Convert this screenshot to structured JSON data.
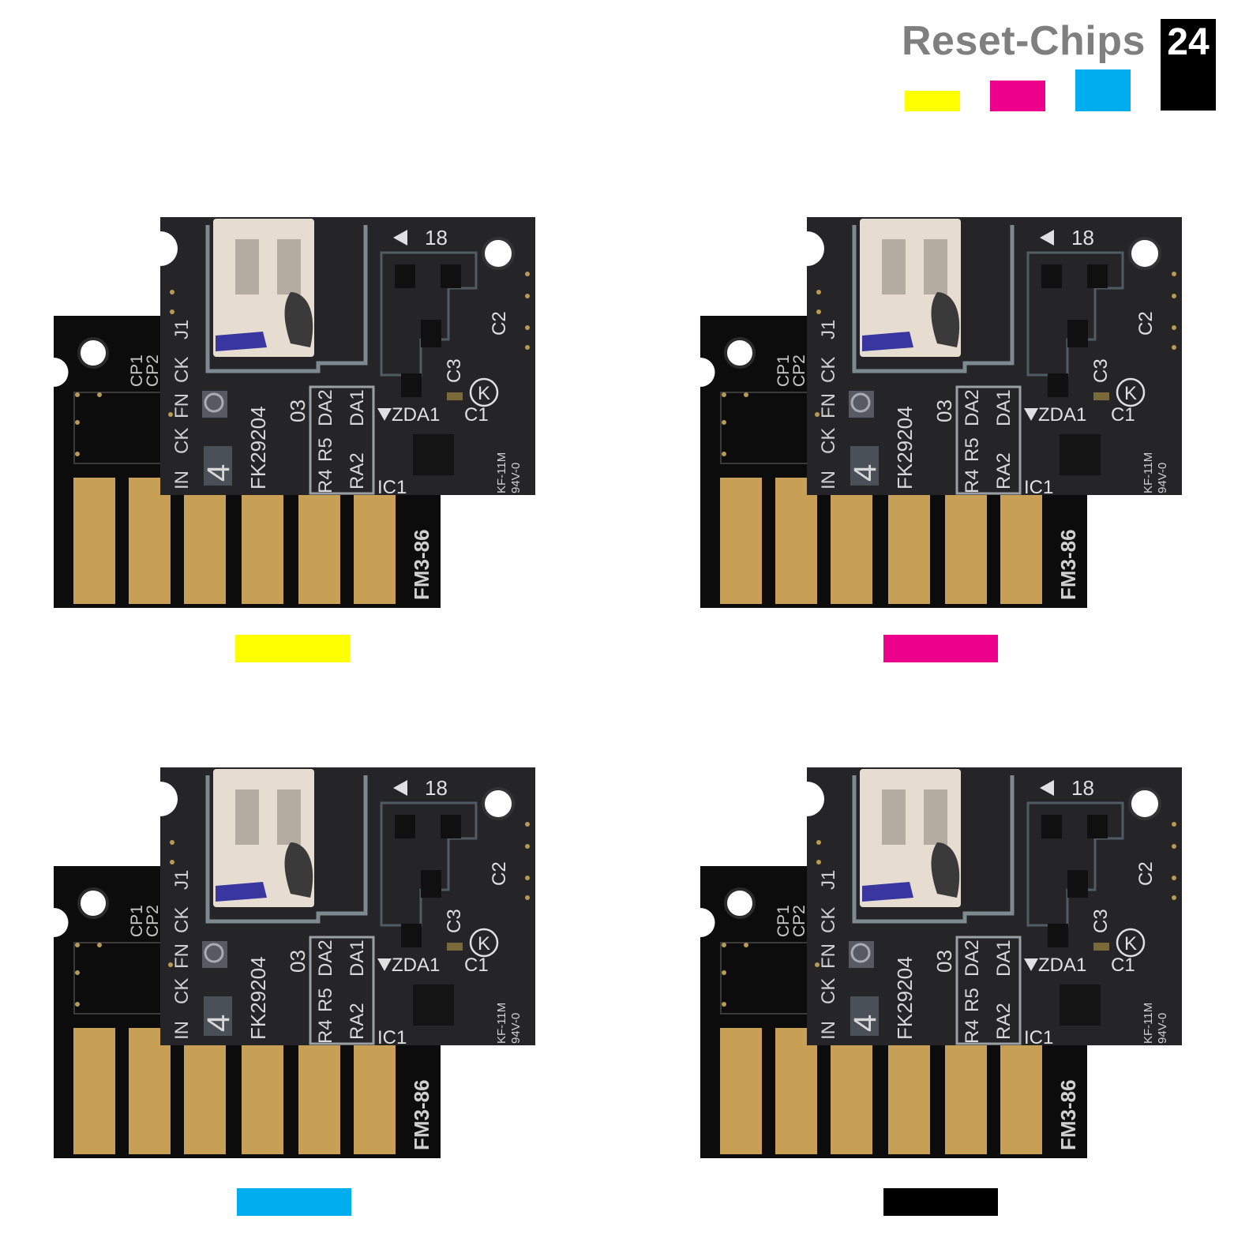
{
  "brand": {
    "name": "Reset-Chips",
    "number": "24"
  },
  "header_swatches": [
    {
      "color_name": "yellow",
      "hex": "#FFFF00"
    },
    {
      "color_name": "magenta",
      "hex": "#EC008C"
    },
    {
      "color_name": "cyan",
      "hex": "#00AEEF"
    },
    {
      "color_name": "black",
      "hex": "#000000"
    }
  ],
  "chip_labels": {
    "model_top": "18",
    "model_front": "FK29204",
    "rev": "03",
    "bottom_board": "FM3-86",
    "cp1": "CP1",
    "cp2": "CP2",
    "j1": "J1",
    "ck1": "CK",
    "fn": "FN",
    "in": "IN",
    "ck2": "CK",
    "num4": "4",
    "da2": "DA2",
    "da1": "DA1",
    "r5": "R5",
    "ra2": "RA2",
    "r4": "R4",
    "zda1": "ZDA1",
    "c1": "C1",
    "c2": "C2",
    "c3": "C3",
    "ic1": "IC1",
    "k": "K",
    "kf": "KF-11M",
    "v94": "94V-0"
  },
  "chips": [
    {
      "color_name": "yellow",
      "hex": "#FFFF00"
    },
    {
      "color_name": "magenta",
      "hex": "#EC008C"
    },
    {
      "color_name": "cyan",
      "hex": "#00AEEF"
    },
    {
      "color_name": "black",
      "hex": "#000000"
    }
  ]
}
